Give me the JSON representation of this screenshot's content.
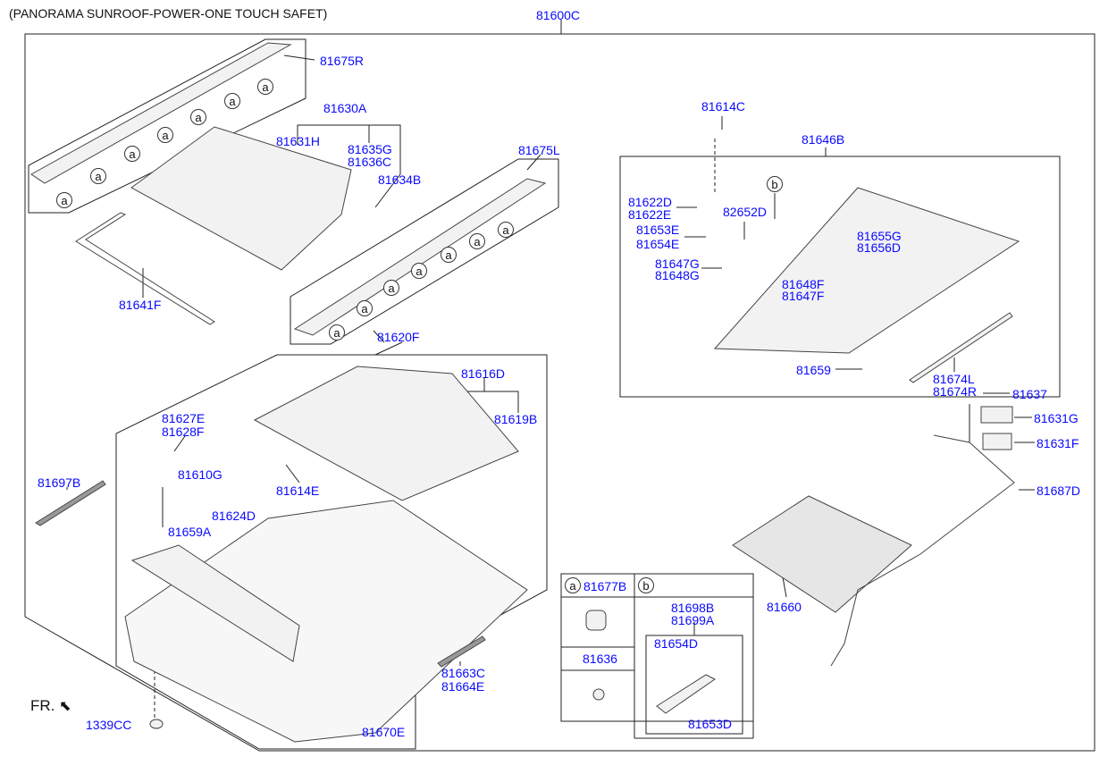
{
  "title": "(PANORAMA SUNROOF-POWER-ONE TOUCH SAFET)",
  "front_label": "FR.",
  "marker_a": "a",
  "marker_b": "b",
  "parts": {
    "p81600C": "81600C",
    "p81675R": "81675R",
    "p81630A": "81630A",
    "p81631H": "81631H",
    "p81635G": "81635G",
    "p81636C": "81636C",
    "p81634B": "81634B",
    "p81675L": "81675L",
    "p81641F": "81641F",
    "p81620F": "81620F",
    "p81616D": "81616D",
    "p81619B": "81619B",
    "p81627E": "81627E",
    "p81628F": "81628F",
    "p81610G": "81610G",
    "p81614E": "81614E",
    "p81624D": "81624D",
    "p81659A": "81659A",
    "p81697B": "81697B",
    "p81663C": "81663C",
    "p81664E": "81664E",
    "p81670E": "81670E",
    "p1339CC": "1339CC",
    "p81614C": "81614C",
    "p81646B": "81646B",
    "p81622D": "81622D",
    "p81622E": "81622E",
    "p82652D": "82652D",
    "p81653E": "81653E",
    "p81654E": "81654E",
    "p81655G": "81655G",
    "p81656D": "81656D",
    "p81647G": "81647G",
    "p81648G": "81648G",
    "p81648F": "81648F",
    "p81647F": "81647F",
    "p81659": "81659",
    "p81674L": "81674L",
    "p81674R": "81674R",
    "p81637": "81637",
    "p81631G": "81631G",
    "p81631F": "81631F",
    "p81687D": "81687D",
    "p81660": "81660"
  },
  "legend": {
    "a_part": "81677B",
    "a_part2": "81636",
    "b_part1": "81698B",
    "b_part2": "81699A",
    "b_part3": "81654D",
    "b_part4": "81653D"
  }
}
